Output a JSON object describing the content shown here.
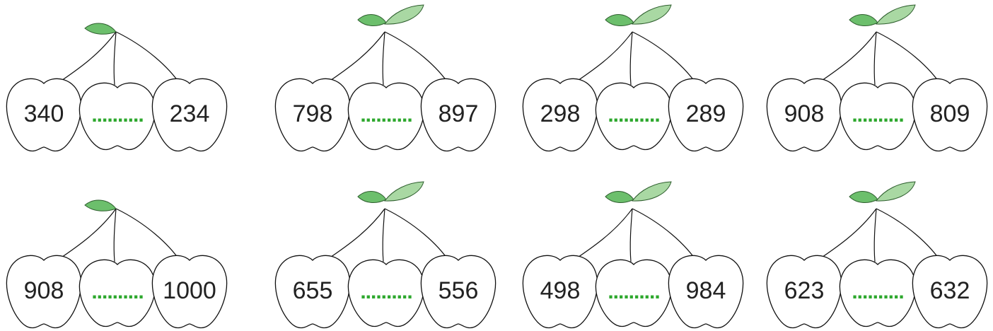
{
  "colors": {
    "leaf_dark": "#6cbf6c",
    "leaf_light": "#a9d8a3",
    "blank_dots": "#2ea82e",
    "outline": "#111111"
  },
  "blank_text": "..........",
  "cherries": [
    {
      "left": "340",
      "right": "234",
      "leaves": 1
    },
    {
      "left": "798",
      "right": "897",
      "leaves": 2
    },
    {
      "left": "298",
      "right": "289",
      "leaves": 2
    },
    {
      "left": "908",
      "right": "809",
      "leaves": 2
    },
    {
      "left": "908",
      "right": "1000",
      "leaves": 1
    },
    {
      "left": "655",
      "right": "556",
      "leaves": 2
    },
    {
      "left": "498",
      "right": "984",
      "leaves": 2
    },
    {
      "left": "623",
      "right": "632",
      "leaves": 2
    }
  ]
}
